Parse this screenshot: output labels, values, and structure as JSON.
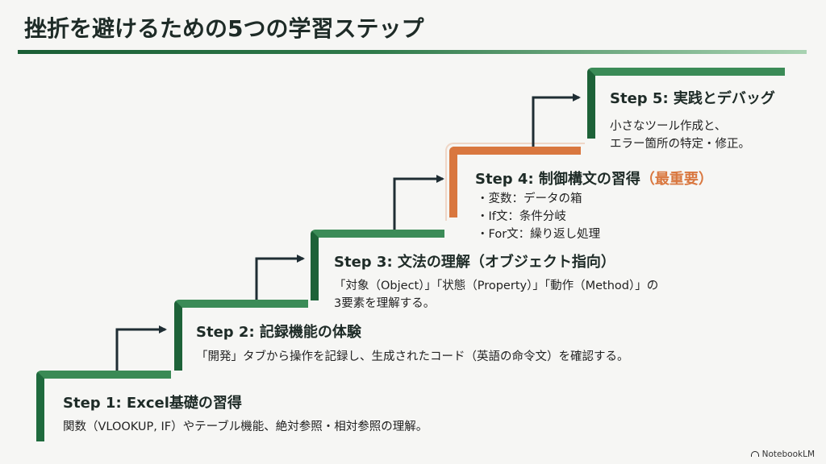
{
  "title": "挫折を避けるための5つの学習ステップ",
  "steps": [
    {
      "title": "Step 1: Excel基礎の習得",
      "desc_lines": [
        "関数（VLOOKUP, IF）やテーブル機能、絶対参照・相対参照の理解。"
      ]
    },
    {
      "title": "Step 2: 記録機能の体験",
      "desc_lines": [
        "「開発」タブから操作を記録し、生成されたコード（英語の命令文）を確認する。"
      ]
    },
    {
      "title": "Step 3: 文法の理解（オブジェクト指向）",
      "desc_lines": [
        "「対象（Object）」「状態（Property）」「動作（Method）」の",
        "3要素を理解する。"
      ]
    },
    {
      "title": "Step 4: 制御構文の習得",
      "highlight": "（最重要）",
      "bullets": [
        "変数：データの箱",
        "If文：条件分岐",
        "For文：繰り返し処理"
      ]
    },
    {
      "title": "Step 5: 実践とデバッグ",
      "desc_lines": [
        "小さなツール作成と、",
        "エラー箇所の特定・修正。"
      ]
    }
  ],
  "brand": "NotebookLM",
  "colors": {
    "green": "#256d42",
    "accent_orange": "#d9773f",
    "arrow": "#1f2d33"
  }
}
